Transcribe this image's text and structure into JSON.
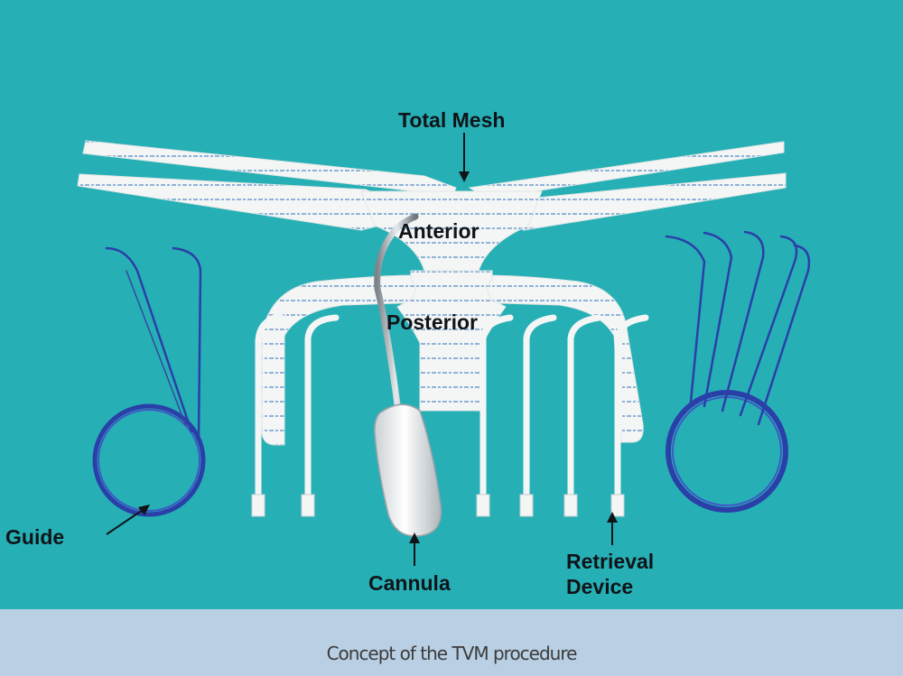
{
  "labels": {
    "total_mesh": "Total Mesh",
    "anterior": "Anterior",
    "posterior": "Posterior",
    "guide": "Guide",
    "cannula": "Cannula",
    "retrieval_line1": "Retrieval",
    "retrieval_line2": "Device"
  },
  "caption": "Concept of the TVM procedure",
  "colors": {
    "background": "#26b0b6",
    "mesh": "#f4f6f5",
    "mesh_stripe": "#8fb3d8",
    "guide_wire": "#2a3fa8",
    "caption_bar": "#b9cfe3",
    "label_text": "#101418"
  }
}
